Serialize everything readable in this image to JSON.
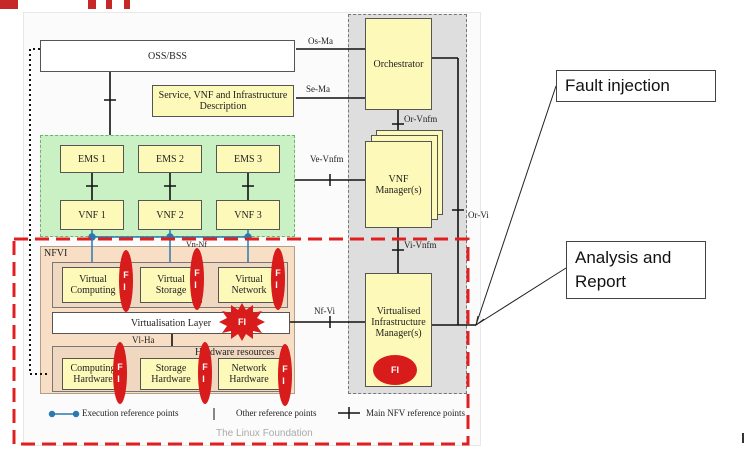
{
  "oss_bss": "OSS/BSS",
  "description": "Service, VNF and Infrastructure Description",
  "orchestrator": "Orchestrator",
  "vnf_manager": "VNF Manager(s)",
  "vim": "Virtualised Infrastructure Manager(s)",
  "ems": [
    "EMS 1",
    "EMS 2",
    "EMS 3"
  ],
  "vnf": [
    "VNF 1",
    "VNF 2",
    "VNF 3"
  ],
  "nfvi_label": "NFVI",
  "virtual": [
    "Virtual Computing",
    "Virtual Storage",
    "Virtual Network"
  ],
  "virtualisation_layer": "Virtualisation Layer",
  "hardware_resources": "Hardware resources",
  "hardware": [
    "Computing Hardware",
    "Storage Hardware",
    "Network Hardware"
  ],
  "interfaces": {
    "os_ma": "Os-Ma",
    "se_ma": "Se-Ma",
    "or_vnfm": "Or-Vnfm",
    "ve_vnfm": "Ve-Vnfm",
    "vn_nf": "Vn-Nf",
    "vi_vnfm": "Vi-Vnfm",
    "nf_vi": "Nf-Vi",
    "vi_ha": "Vl-Ha",
    "or_vi": "Or-Vi"
  },
  "fi_label": "FI",
  "fi_vertical": "F\nI",
  "legend": {
    "execution": "Execution reference points",
    "other": "Other reference points",
    "main": "Main NFV reference points"
  },
  "watermark": "The Linux Foundation",
  "callouts": {
    "fault_injection": "Fault injection",
    "analysis_report": "Analysis and Report"
  },
  "colors": {
    "accent_red": "#d81b1b",
    "box_yellow": "#fdf9b8",
    "ems_area_green": "#c9f1c4",
    "nfvi_area": "#f8dec4",
    "mano_gray": "#dedede"
  }
}
